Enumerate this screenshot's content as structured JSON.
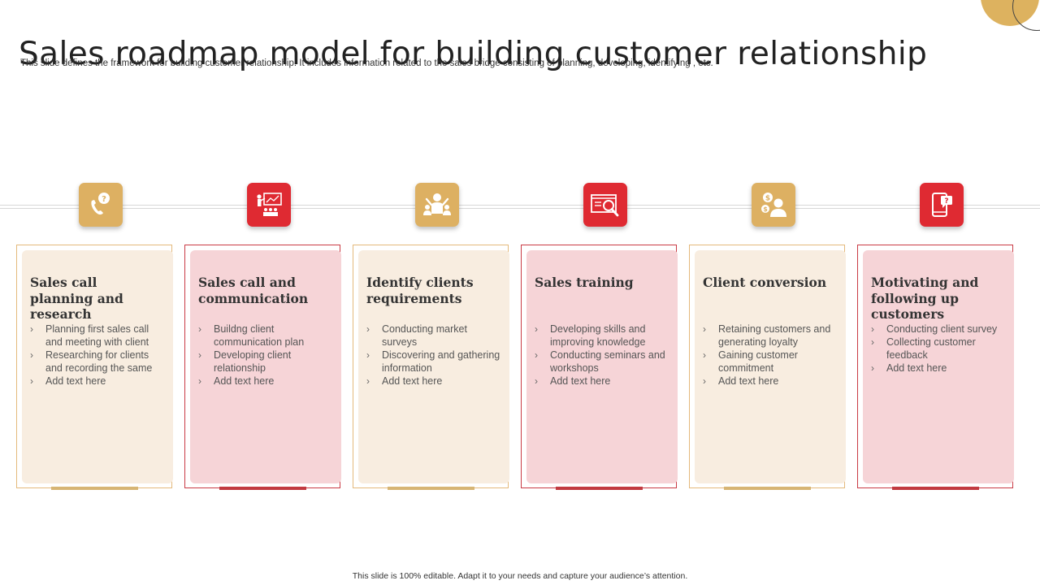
{
  "slide": {
    "title": "Sales roadmap model for building customer relationship",
    "subtitle": "This slide defines the framework for building customer relationship. It includes information related to the sales bridge consisting of planning,  developing, identifying , etc.",
    "footer": "This slide is 100% editable. Adapt it to your needs and capture your audience’s attention."
  },
  "colors": {
    "gold": "#ddb062",
    "red": "#df2a32",
    "gold_card": "#f8ede0",
    "red_card": "#f6d4d7"
  },
  "steps": [
    {
      "icon": "phone-question-icon",
      "color": "gold",
      "title": "Sales call planning and research",
      "bullets": [
        "Planning first sales call and meeting with client",
        "Researching for clients and recording the same",
        "Add text here"
      ]
    },
    {
      "icon": "presentation-audience-icon",
      "color": "red",
      "title": "Sales call and communication",
      "bullets": [
        "Buildng client communication plan",
        "Developing client relationship",
        "Add text here"
      ]
    },
    {
      "icon": "group-leader-icon",
      "color": "gold",
      "title": "Identify clients requirements",
      "bullets": [
        "Conducting market surveys",
        "Discovering and gathering information",
        "Add text here"
      ]
    },
    {
      "icon": "screen-magnifier-icon",
      "color": "red",
      "title": "Sales training",
      "bullets": [
        "Developing skills and improving knowledge",
        "Conducting seminars and workshops",
        "Add text here"
      ]
    },
    {
      "icon": "coins-user-icon",
      "color": "gold",
      "title": "Client conversion",
      "bullets": [
        "Retaining customers and generating loyalty",
        "Gaining customer commitment",
        "Add text here"
      ]
    },
    {
      "icon": "mobile-chat-icon",
      "color": "red",
      "title": "Motivating and following up customers",
      "bullets": [
        "Conducting client survey",
        "Collecting customer feedback",
        "Add text here"
      ]
    }
  ]
}
